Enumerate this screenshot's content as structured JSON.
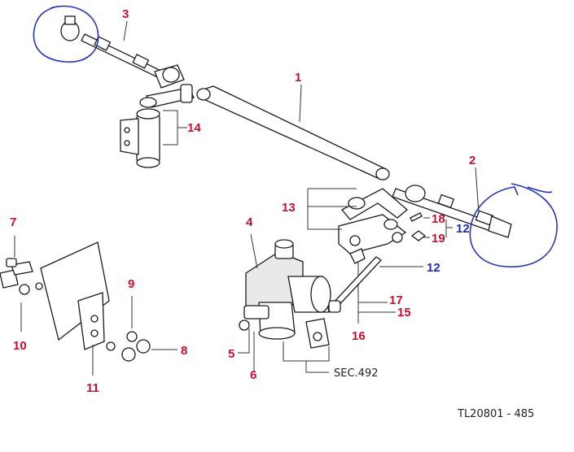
{
  "callouts": {
    "c1": "1",
    "c2": "2",
    "c3": "3",
    "c4": "4",
    "c5": "5",
    "c6": "6",
    "c7": "7",
    "c8": "8",
    "c9": "9",
    "c10": "10",
    "c11": "11",
    "c12a": "12",
    "c12b": "12",
    "c13": "13",
    "c14": "14",
    "c15": "15",
    "c16": "16",
    "c17": "17",
    "c18": "18",
    "c19": "19"
  },
  "section_ref": "SEC.492",
  "drawing_id": "TL20801 - 485",
  "colors": {
    "callout_red": "#c8102e",
    "callout_blue": "#1a2fb4",
    "ink_circle": "#2338b8",
    "line": "#1a1a1a"
  }
}
